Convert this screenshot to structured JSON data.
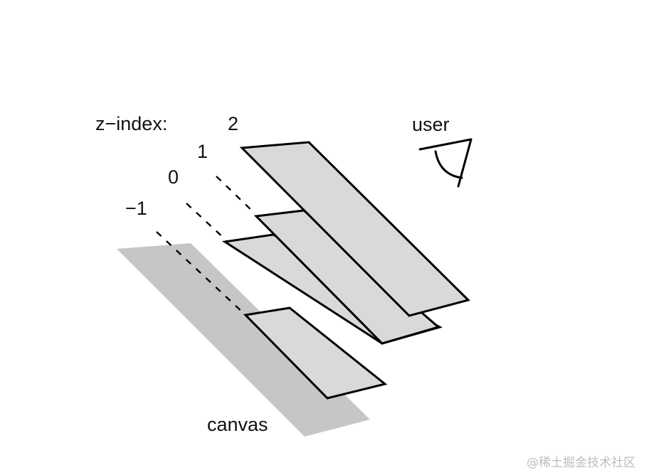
{
  "diagram": {
    "zindex_label": "z−index:",
    "layers": [
      {
        "label": "2"
      },
      {
        "label": "1"
      },
      {
        "label": "0"
      },
      {
        "label": "−1"
      }
    ],
    "canvas_label": "canvas",
    "user_label": "user",
    "watermark": "@稀土掘金技术社区",
    "colors": {
      "plane_fill": "#d9d9d9",
      "canvas_fill": "#c6c6c6",
      "stroke": "#000000"
    }
  }
}
